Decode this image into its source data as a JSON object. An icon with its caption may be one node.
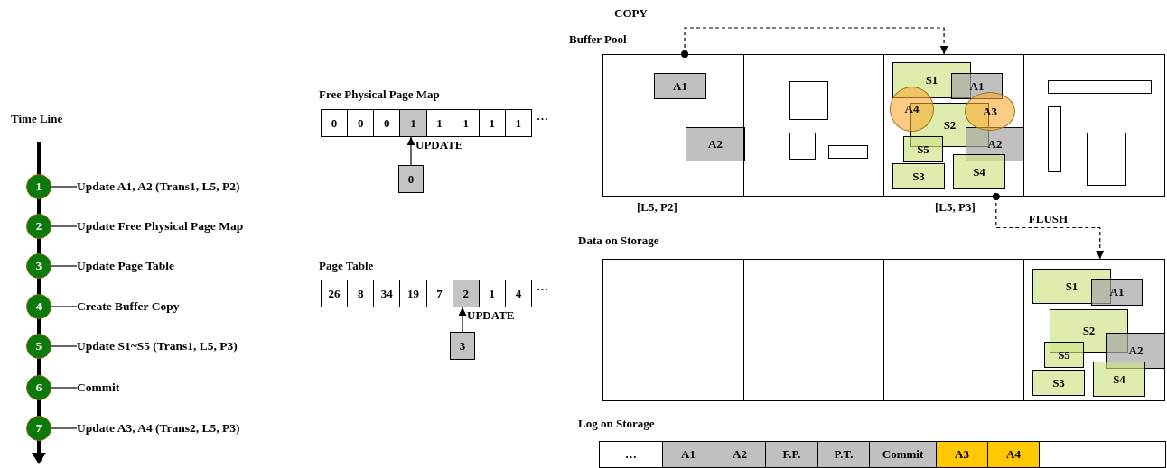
{
  "diagram": {
    "nodes": [
      {
        "text": [
          "1"
        ]
      },
      {
        "text": [
          "Update  A1, A2 (Trans1, L5, P2)"
        ]
      },
      {
        "text": [
          "2"
        ]
      },
      {
        "text": [
          "Update Free Physical Page Map"
        ]
      },
      {
        "text": [
          "3"
        ]
      },
      {
        "text": [
          "Update Page Table"
        ]
      },
      {
        "text": [
          "4"
        ]
      },
      {
        "text": [
          "Create Buffer Copy"
        ]
      },
      {
        "text": [
          "5"
        ]
      },
      {
        "text": [
          "Update S1~S5 (Trans1, L5, P3)"
        ]
      },
      {
        "text": [
          "6"
        ]
      },
      {
        "text": [
          "Commit"
        ]
      },
      {
        "text": [
          "7"
        ]
      },
      {
        "text": [
          "Update  A3, A4 (Trans2, L5, P3)"
        ]
      },
      {
        "text": [
          "0"
        ]
      },
      {
        "text": [
          "0"
        ]
      },
      {
        "text": [
          "0"
        ]
      },
      {
        "text": [
          "1"
        ]
      },
      {
        "text": [
          "1"
        ]
      },
      {
        "text": [
          "1"
        ]
      },
      {
        "text": [
          "1"
        ]
      },
      {
        "text": [
          "1"
        ]
      },
      {
        "text": [
          "0"
        ]
      },
      {
        "text": [
          "26"
        ]
      },
      {
        "text": [
          "8"
        ]
      },
      {
        "text": [
          "34"
        ]
      },
      {
        "text": [
          "19"
        ]
      },
      {
        "text": [
          "7"
        ]
      },
      {
        "text": [
          "2"
        ]
      },
      {
        "text": [
          "1"
        ]
      },
      {
        "text": [
          "4"
        ]
      },
      {
        "text": [
          "3"
        ]
      },
      {
        "text": [],
        "shape": "box",
        "beside": [
          "[L5, P2]"
        ]
      },
      {
        "text": [],
        "shape": "box"
      },
      {
        "text": [],
        "shape": "box",
        "beside": [
          "[L5, P3]"
        ]
      },
      {
        "text": [],
        "shape": "box"
      },
      {
        "text": [
          "A1"
        ],
        "in": 32
      },
      {
        "text": [
          "A2"
        ],
        "in": 32
      },
      {
        "text": [],
        "shape": "box",
        "in": 33
      },
      {
        "text": [],
        "shape": "box",
        "in": 33
      },
      {
        "text": [],
        "shape": "box",
        "in": 33
      },
      {
        "text": [
          "S1"
        ],
        "in": 34
      },
      {
        "text": [
          "A1"
        ],
        "in": 34
      },
      {
        "text": [
          "A4"
        ],
        "in": 34
      },
      {
        "text": [
          "S2"
        ],
        "in": 34
      },
      {
        "text": [
          "A3"
        ],
        "in": 34
      },
      {
        "text": [
          "S5"
        ],
        "in": 34
      },
      {
        "text": [
          "A2"
        ],
        "in": 34
      },
      {
        "text": [
          "S3"
        ],
        "in": 34
      },
      {
        "text": [
          "S4"
        ],
        "in": 34
      },
      {
        "text": [],
        "shape": "box",
        "in": 35
      },
      {
        "text": [],
        "shape": "box",
        "in": 35
      },
      {
        "text": [],
        "shape": "box",
        "in": 35
      },
      {
        "text": [],
        "shape": "box"
      },
      {
        "text": [],
        "shape": "box"
      },
      {
        "text": [],
        "shape": "box"
      },
      {
        "text": [],
        "shape": "box"
      },
      {
        "text": [
          "S1"
        ],
        "in": 56
      },
      {
        "text": [
          "A1"
        ],
        "in": 56
      },
      {
        "text": [
          "S2"
        ],
        "in": 56
      },
      {
        "text": [
          "S5"
        ],
        "in": 56
      },
      {
        "text": [
          "A2"
        ],
        "in": 56
      },
      {
        "text": [
          "S3"
        ],
        "in": 56
      },
      {
        "text": [
          "S4"
        ],
        "in": 56
      },
      {
        "text": [
          "…"
        ]
      },
      {
        "text": [
          "A1"
        ]
      },
      {
        "text": [
          "A2"
        ]
      },
      {
        "text": [
          "F.P."
        ]
      },
      {
        "text": [
          "P.T."
        ]
      },
      {
        "text": [
          "Commit"
        ]
      },
      {
        "text": [
          "A3"
        ]
      },
      {
        "text": [
          "A4"
        ]
      },
      {
        "text": [],
        "shape": "box"
      }
    ],
    "edges": [
      {
        "from": 0,
        "to": 1,
        "arrow": "none"
      },
      {
        "from": 2,
        "to": 3,
        "arrow": "none"
      },
      {
        "from": 4,
        "to": 5,
        "arrow": "none"
      },
      {
        "from": 6,
        "to": 7,
        "arrow": "none"
      },
      {
        "from": 8,
        "to": 9,
        "arrow": "none"
      },
      {
        "from": 10,
        "to": 11,
        "arrow": "none"
      },
      {
        "from": 12,
        "to": 13,
        "arrow": "none"
      },
      {
        "from": 22,
        "to": 17,
        "arrow": "to",
        "label": "UPDATE"
      },
      {
        "from": 31,
        "to": 28,
        "arrow": "to",
        "label": "UPDATE"
      },
      {
        "from": 32,
        "to": 34,
        "arrow": "to",
        "label": "COPY",
        "style": "dashed"
      },
      {
        "from": 34,
        "to": 56,
        "arrow": "to",
        "label": "FLUSH",
        "style": "dashed"
      }
    ],
    "labels": [
      "Time Line",
      "Free Physical Page Map",
      "…",
      "Page Table",
      "…",
      "Buffer Pool",
      "Data on Storage",
      "Log on Storage"
    ]
  }
}
